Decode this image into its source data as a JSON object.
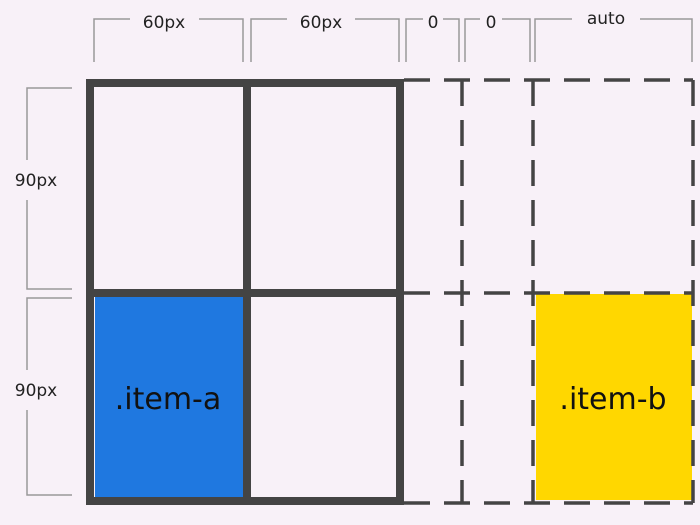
{
  "columns": {
    "track_sizes": [
      "60px",
      "60px",
      "0",
      "0",
      "auto"
    ]
  },
  "rows": {
    "track_sizes": [
      "90px",
      "90px"
    ]
  },
  "items": {
    "a": {
      "label": ".item-a",
      "color": "#1f78e0"
    },
    "b": {
      "label": ".item-b",
      "color": "#ffd700"
    }
  },
  "colors": {
    "background": "#f8f1f8",
    "explicit_grid_lines": "#444444",
    "implicit_grid_lines": "#444444",
    "dimension_brackets": "#999999",
    "label_text": "#222222"
  }
}
